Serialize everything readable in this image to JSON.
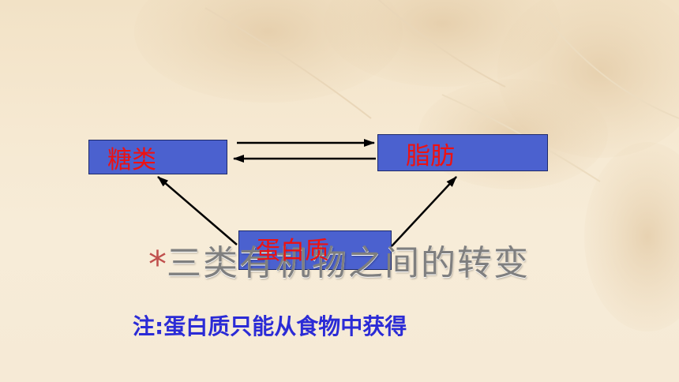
{
  "diagram": {
    "nodes": {
      "sugar": "糖类",
      "fat": "脂肪",
      "protein": "蛋白质"
    },
    "title_star": "*",
    "title": "三类有机物之间的转变",
    "note": "注:蛋白质只能从食物中获得"
  },
  "colors": {
    "box_fill": "#4b61cf",
    "node_text": "#ee1111",
    "note_text": "#2b2bd6",
    "title_text": "#7f7f7f",
    "star": "#c0504d"
  }
}
